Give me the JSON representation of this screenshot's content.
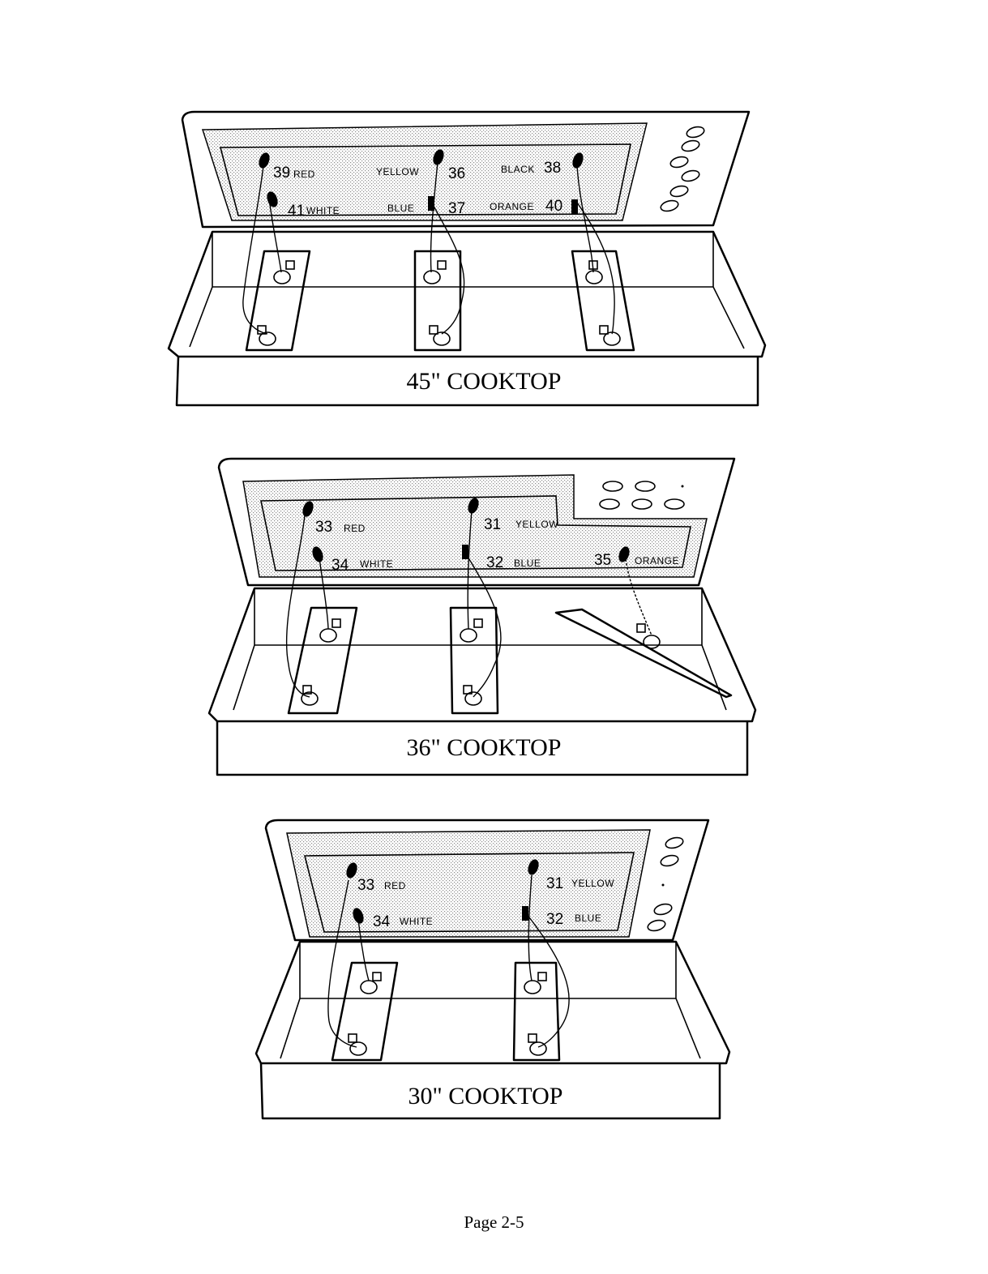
{
  "cooktops": [
    {
      "caption": "45\" COOKTOP",
      "labels": [
        {
          "num": "39",
          "color": "RED"
        },
        {
          "num": "41",
          "color": "WHITE"
        },
        {
          "num": "36",
          "color": "YELLOW"
        },
        {
          "num": "37",
          "color": "BLUE"
        },
        {
          "num": "38",
          "color": "BLACK"
        },
        {
          "num": "40",
          "color": "ORANGE"
        }
      ]
    },
    {
      "caption": "36\" COOKTOP",
      "labels": [
        {
          "num": "33",
          "color": "RED"
        },
        {
          "num": "34",
          "color": "WHITE"
        },
        {
          "num": "31",
          "color": "YELLOW"
        },
        {
          "num": "32",
          "color": "BLUE"
        },
        {
          "num": "35",
          "color": "ORANGE"
        }
      ]
    },
    {
      "caption": "30\" COOKTOP",
      "labels": [
        {
          "num": "33",
          "color": "RED"
        },
        {
          "num": "34",
          "color": "WHITE"
        },
        {
          "num": "31",
          "color": "YELLOW"
        },
        {
          "num": "32",
          "color": "BLUE"
        }
      ]
    }
  ],
  "footer": {
    "page": "Page 2-5"
  }
}
